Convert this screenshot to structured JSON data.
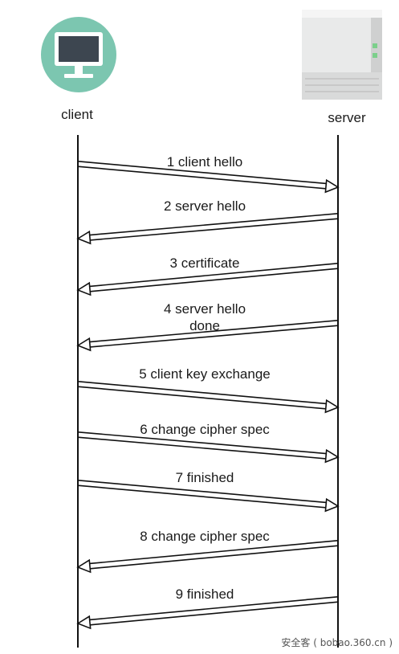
{
  "participants": {
    "client": {
      "label": "client",
      "icon": "monitor-icon",
      "color": "#7cc6b0"
    },
    "server": {
      "label": "server",
      "icon": "server-tower-icon"
    }
  },
  "messages": [
    {
      "step": 1,
      "label": "1 client hello",
      "direction": "client-to-server"
    },
    {
      "step": 2,
      "label": "2 server hello",
      "direction": "server-to-client"
    },
    {
      "step": 3,
      "label": "3 certificate",
      "direction": "server-to-client"
    },
    {
      "step": 4,
      "label": "4 server hello\ndone",
      "direction": "server-to-client"
    },
    {
      "step": 5,
      "label": "5 client key exchange",
      "direction": "client-to-server"
    },
    {
      "step": 6,
      "label": "6 change cipher spec",
      "direction": "client-to-server"
    },
    {
      "step": 7,
      "label": "7 finished",
      "direction": "client-to-server"
    },
    {
      "step": 8,
      "label": "8 change cipher spec",
      "direction": "server-to-client"
    },
    {
      "step": 9,
      "label": "9 finished",
      "direction": "server-to-client"
    }
  ],
  "watermark": "安全客 ( bobao.360.cn )"
}
